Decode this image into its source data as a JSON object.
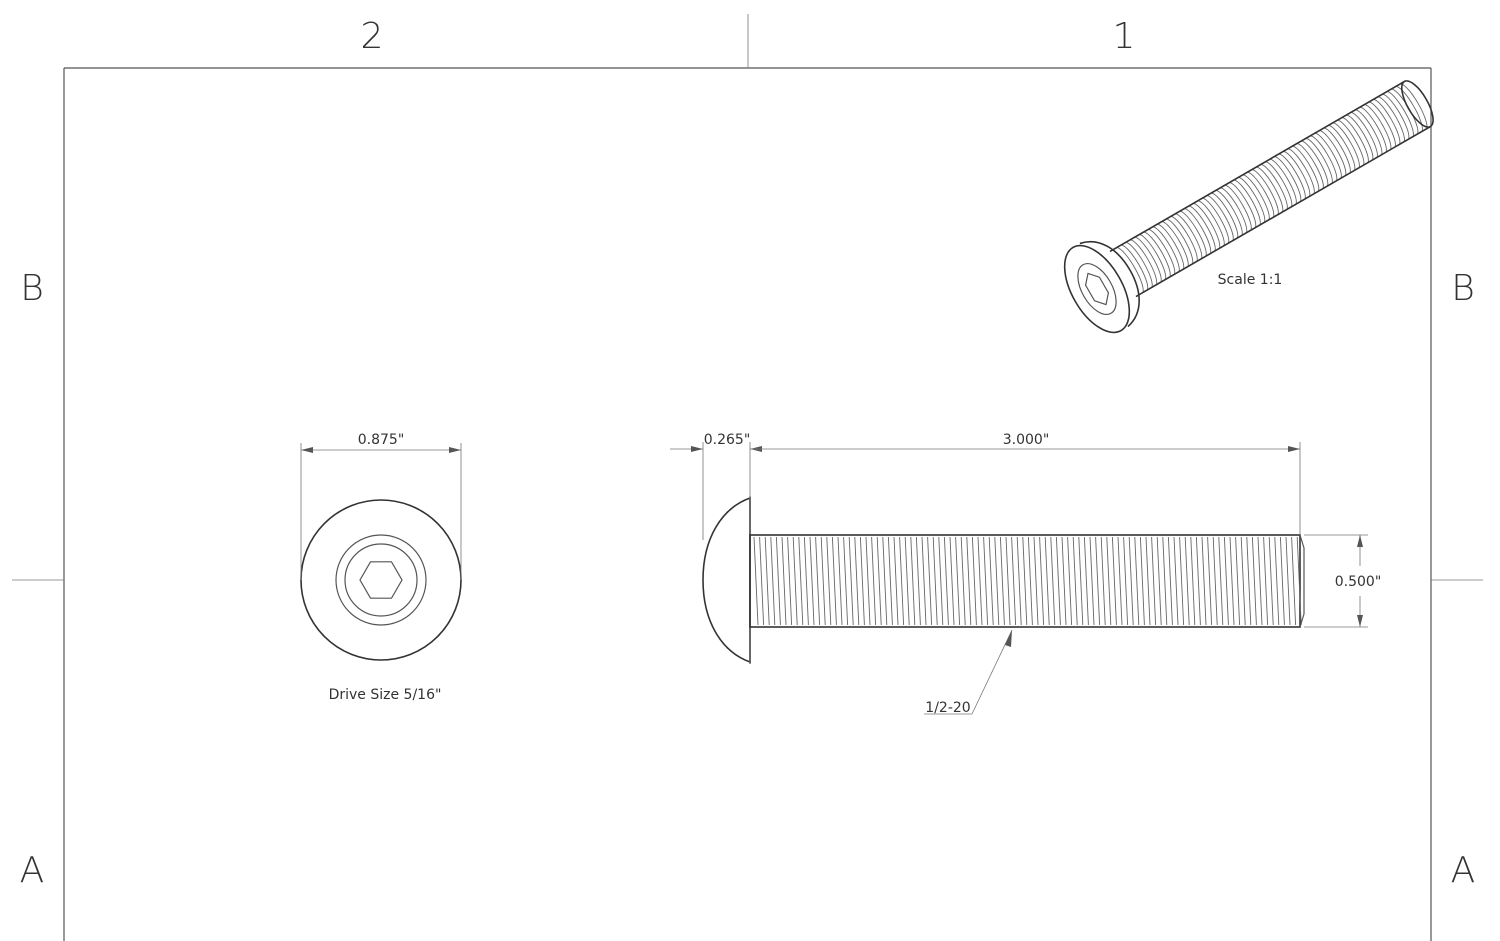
{
  "sheet": {
    "zones_top": [
      "2",
      "1"
    ],
    "zones_left": [
      "B",
      "A"
    ],
    "zones_right": [
      "B",
      "A"
    ]
  },
  "end_view": {
    "diameter_dim": "0.875\"",
    "drive_note": "Drive Size 5/16\""
  },
  "side_view": {
    "head_height_dim": "0.265\"",
    "length_dim": "3.000\"",
    "thread_dia_dim": "0.500\"",
    "thread_callout": "1/2-20"
  },
  "iso_view": {
    "scale_note": "Scale 1:1"
  }
}
